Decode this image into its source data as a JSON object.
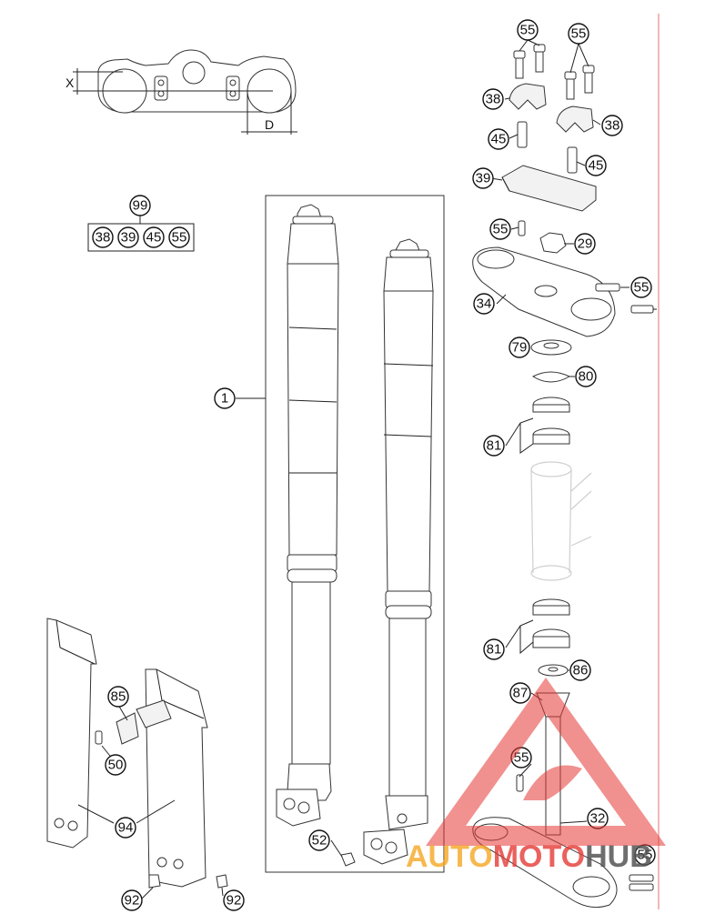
{
  "dimension_labels": {
    "x": "X",
    "d": "D"
  },
  "callouts": {
    "c55a": "55",
    "c55b": "55",
    "c38a": "38",
    "c38b": "38",
    "c45a": "45",
    "c45b": "45",
    "c39": "39",
    "c55c": "55",
    "c29": "29",
    "c55d": "55",
    "c34": "34",
    "c79": "79",
    "c80": "80",
    "c81a": "81",
    "c81b": "81",
    "c86": "86",
    "c87": "87",
    "c55e": "55",
    "c32": "32",
    "c55f": "55",
    "c99": "99",
    "c1": "1",
    "c85": "85",
    "c50": "50",
    "c94": "94",
    "c52": "52",
    "c92a": "92",
    "c92b": "92"
  },
  "kit_row": [
    "38",
    "39",
    "45",
    "55"
  ],
  "watermark": {
    "part1": "AUTO",
    "part2": "MOTO",
    "part3": "HUB",
    "color1": "#f5a623",
    "color2": "#e53935",
    "color3": "#555555"
  },
  "colors": {
    "line": "#333333",
    "ghost": "#cfcfcf",
    "red_rule": "#e57373"
  }
}
